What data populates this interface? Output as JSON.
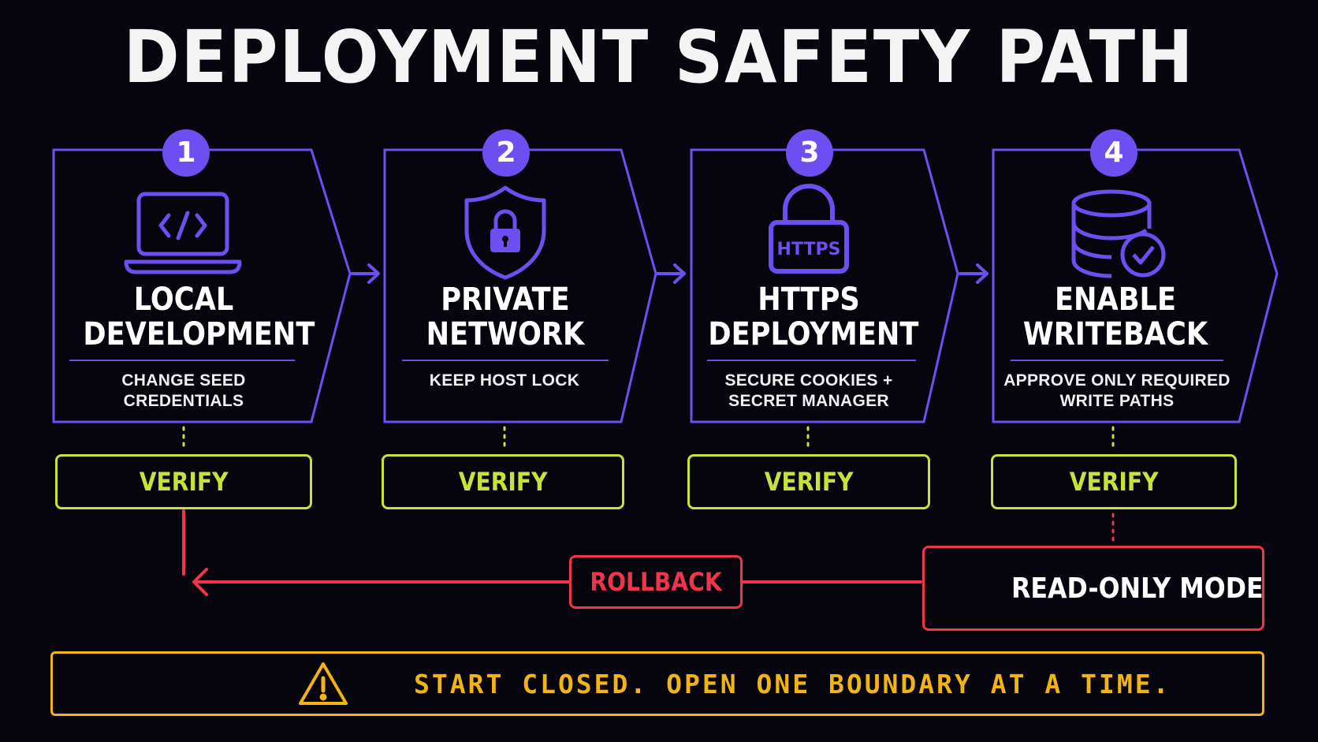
{
  "title": "DEPLOYMENT SAFETY PATH",
  "steps": [
    {
      "number": "1",
      "icon": "laptop-code-icon",
      "title_line1": "LOCAL",
      "title_line2": "DEVELOPMENT",
      "desc_line1": "CHANGE SEED CREDENTIALS",
      "desc_line2": "",
      "verify": "VERIFY"
    },
    {
      "number": "2",
      "icon": "shield-lock-icon",
      "title_line1": "PRIVATE",
      "title_line2": "NETWORK",
      "desc_line1": "KEEP HOST LOCK",
      "desc_line2": "",
      "verify": "VERIFY"
    },
    {
      "number": "3",
      "icon": "https-padlock-icon",
      "icon_text": "HTTPS",
      "title_line1": "HTTPS",
      "title_line2": "DEPLOYMENT",
      "desc_line1": "SECURE COOKIES +",
      "desc_line2": "SECRET MANAGER",
      "verify": "VERIFY"
    },
    {
      "number": "4",
      "icon": "database-check-icon",
      "title_line1": "ENABLE",
      "title_line2": "WRITEBACK",
      "desc_line1": "APPROVE ONLY REQUIRED",
      "desc_line2": "WRITE PATHS",
      "verify": "VERIFY"
    }
  ],
  "rollback": "ROLLBACK",
  "read_only_mode": "READ-ONLY MODE",
  "warning_banner": "START CLOSED. OPEN ONE BOUNDARY AT A TIME.",
  "colors": {
    "background": "#06040d",
    "accent_purple": "#6d4ef0",
    "verify_green": "#c6e33a",
    "danger_red": "#f0354a",
    "warning_amber": "#f2b414"
  }
}
